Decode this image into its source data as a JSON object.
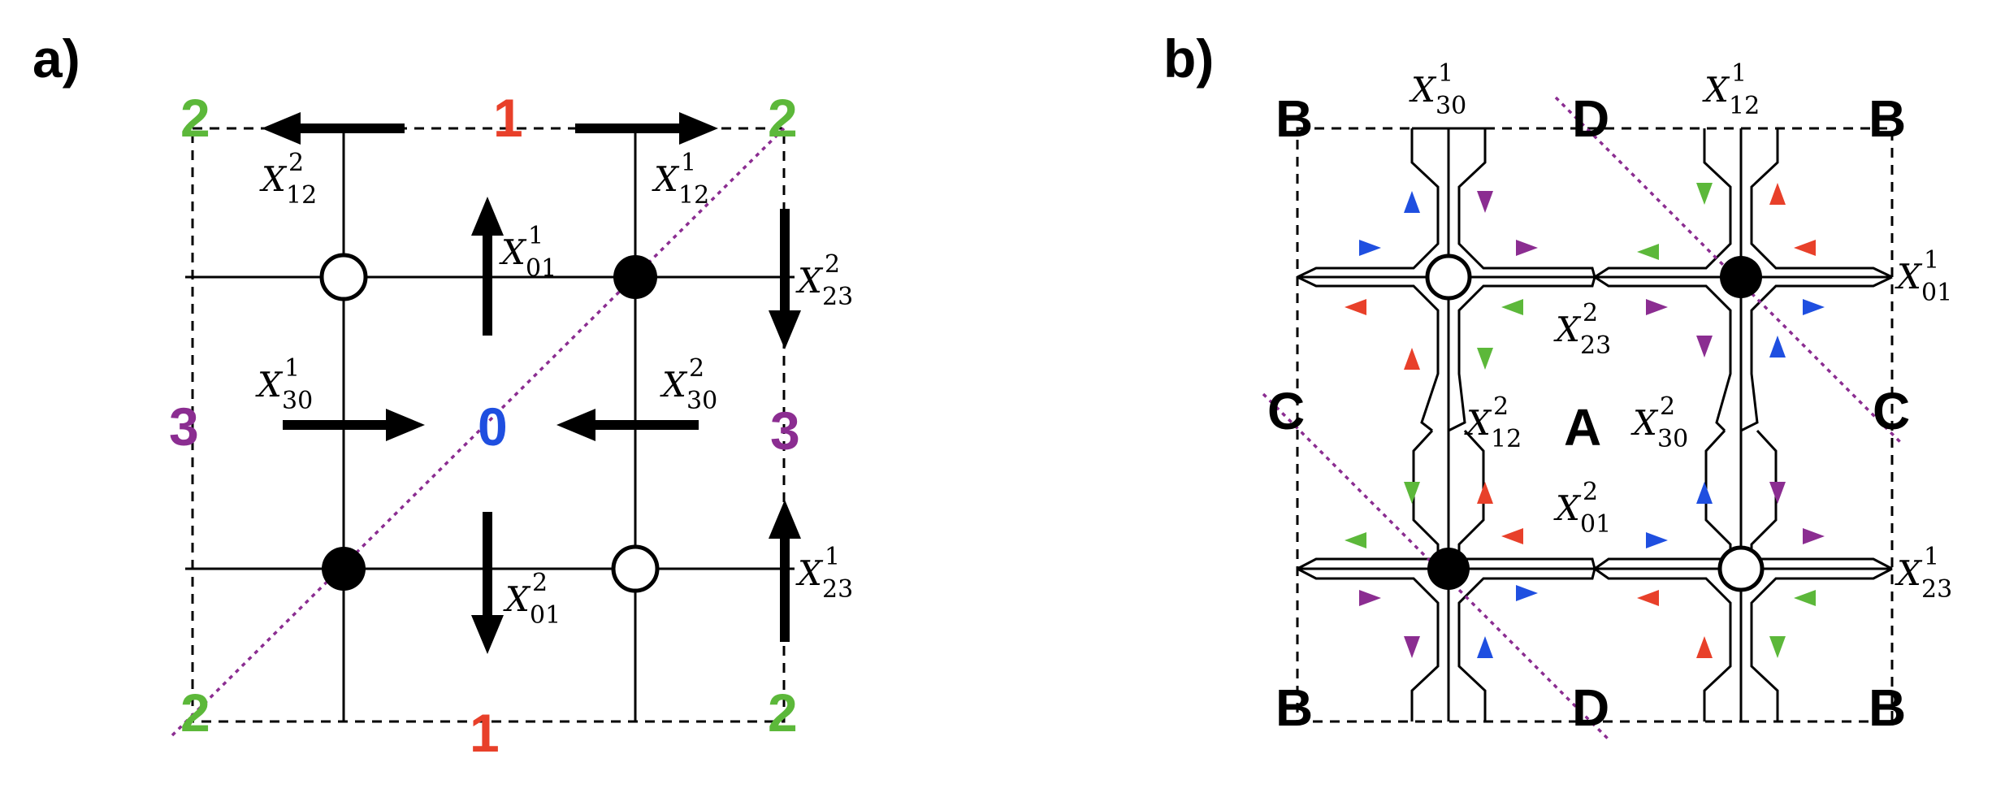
{
  "panel_a": {
    "label": "a)",
    "face_labels": {
      "corner_top_left": "2",
      "corner_top_right": "2",
      "corner_bottom_left": "2",
      "corner_bottom_right": "2",
      "top_mid": "1",
      "bottom_mid": "1",
      "left_mid": "3",
      "right_mid": "3",
      "center": "0"
    },
    "arrow_labels": {
      "x12_2": {
        "base": "X",
        "sub": "12",
        "sup": "2"
      },
      "x12_1": {
        "base": "X",
        "sub": "12",
        "sup": "1"
      },
      "x01_1": {
        "base": "X",
        "sub": "01",
        "sup": "1"
      },
      "x23_2": {
        "base": "X",
        "sub": "23",
        "sup": "2"
      },
      "x30_1": {
        "base": "X",
        "sub": "30",
        "sup": "1"
      },
      "x30_2": {
        "base": "X",
        "sub": "30",
        "sup": "2"
      },
      "x01_2": {
        "base": "X",
        "sub": "01",
        "sup": "2"
      },
      "x23_1": {
        "base": "X",
        "sub": "23",
        "sup": "1"
      }
    }
  },
  "panel_b": {
    "label": "b)",
    "region_labels": {
      "b_tl": "B",
      "b_tr": "B",
      "b_bl": "B",
      "b_br": "B",
      "d_top": "D",
      "d_bottom": "D",
      "c_left": "C",
      "c_right": "C",
      "a_center": "A"
    },
    "edge_labels": {
      "x30_1": {
        "base": "X",
        "sub": "30",
        "sup": "1"
      },
      "x12_1": {
        "base": "X",
        "sub": "12",
        "sup": "1"
      },
      "x01_1": {
        "base": "X",
        "sub": "01",
        "sup": "1"
      },
      "x23_2": {
        "base": "X",
        "sub": "23",
        "sup": "2"
      },
      "x12_2": {
        "base": "X",
        "sub": "12",
        "sup": "2"
      },
      "x30_2": {
        "base": "X",
        "sub": "30",
        "sup": "2"
      },
      "x01_2": {
        "base": "X",
        "sub": "01",
        "sup": "2"
      },
      "x23_1": {
        "base": "X",
        "sub": "23",
        "sup": "1"
      }
    }
  },
  "colors": {
    "face_0": "#1f4fe0",
    "face_1": "#e8402a",
    "face_2": "#5cb83a",
    "face_3": "#8b2d91",
    "arrow_blue": "#1f4fe0",
    "arrow_red": "#e8402a",
    "arrow_green": "#5cb83a",
    "arrow_purple": "#8b2d91"
  }
}
